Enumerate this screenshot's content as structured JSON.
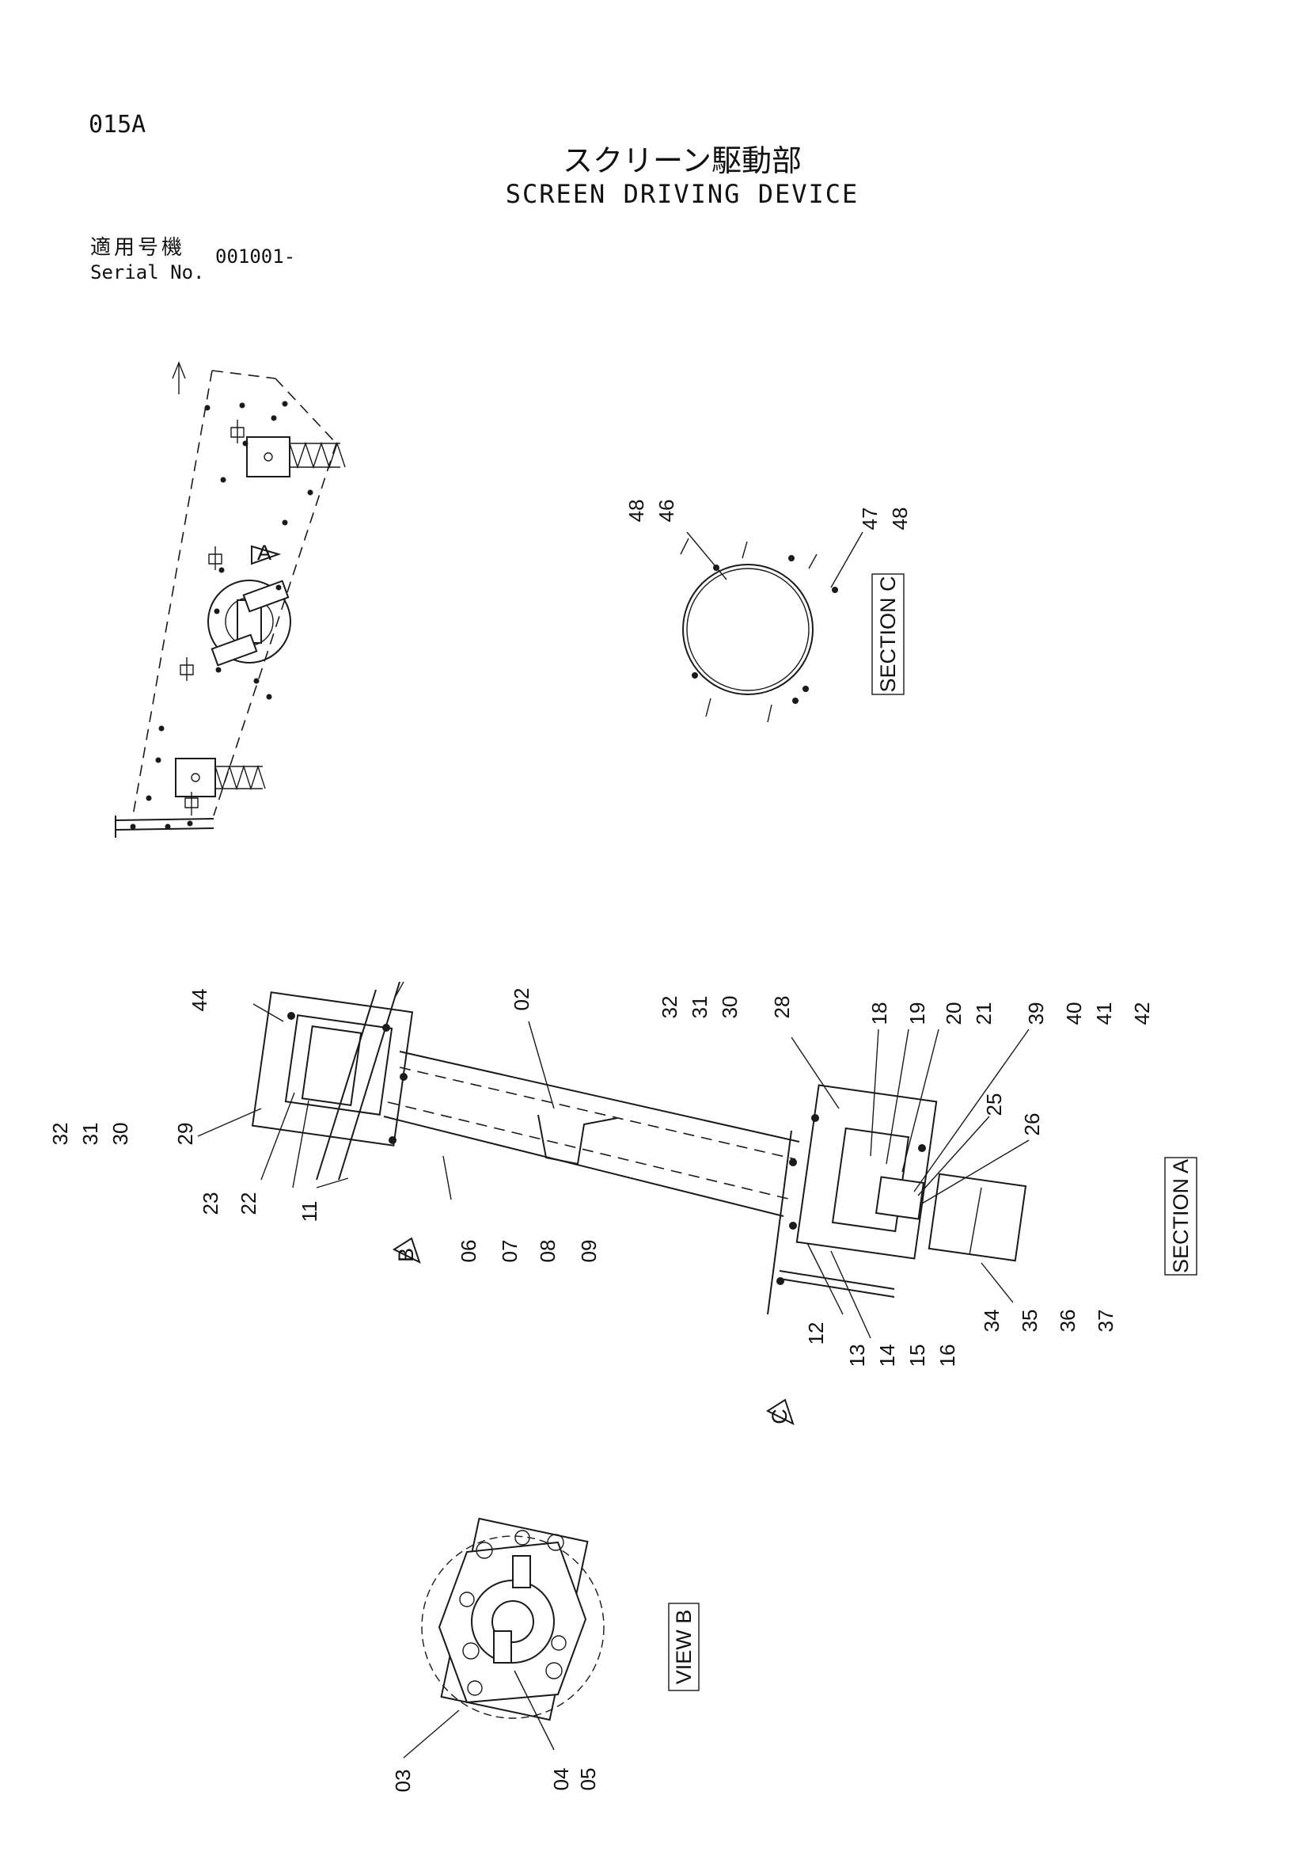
{
  "header": {
    "page_code": "015A",
    "title_jp": "スクリーン駆動部",
    "title_en": "SCREEN DRIVING DEVICE",
    "serial_label_jp": "適用号機",
    "serial_label_en": "Serial No.",
    "serial_value": "001001-"
  },
  "views": {
    "overview_marker": "A",
    "section_c": "SECTION C",
    "section_a": "SECTION A",
    "view_b": "VIEW B",
    "marker_b": "B",
    "marker_c": "C"
  },
  "parts": {
    "section_c": {
      "left": [
        "48",
        "46"
      ],
      "right": [
        "47",
        "48"
      ]
    },
    "section_a": {
      "left_stack": [
        "32",
        "31",
        "30",
        "29"
      ],
      "left_lower": [
        "23",
        "22",
        "11"
      ],
      "top_left": "44",
      "shaft_label": "02",
      "shaft_stack": [
        "06",
        "07",
        "08",
        "09"
      ],
      "top_right_stack": [
        "32",
        "31",
        "30",
        "28"
      ],
      "top_right_row": [
        "18",
        "19",
        "20",
        "21",
        "39",
        "40",
        "41",
        "42"
      ],
      "mid_right": [
        "25",
        "26"
      ],
      "bottom_mid": [
        "12",
        "13",
        "14",
        "15",
        "16"
      ],
      "bottom_right": [
        "34",
        "35",
        "36",
        "37"
      ]
    },
    "view_b": {
      "left": "03",
      "right": [
        "04",
        "05"
      ]
    }
  }
}
